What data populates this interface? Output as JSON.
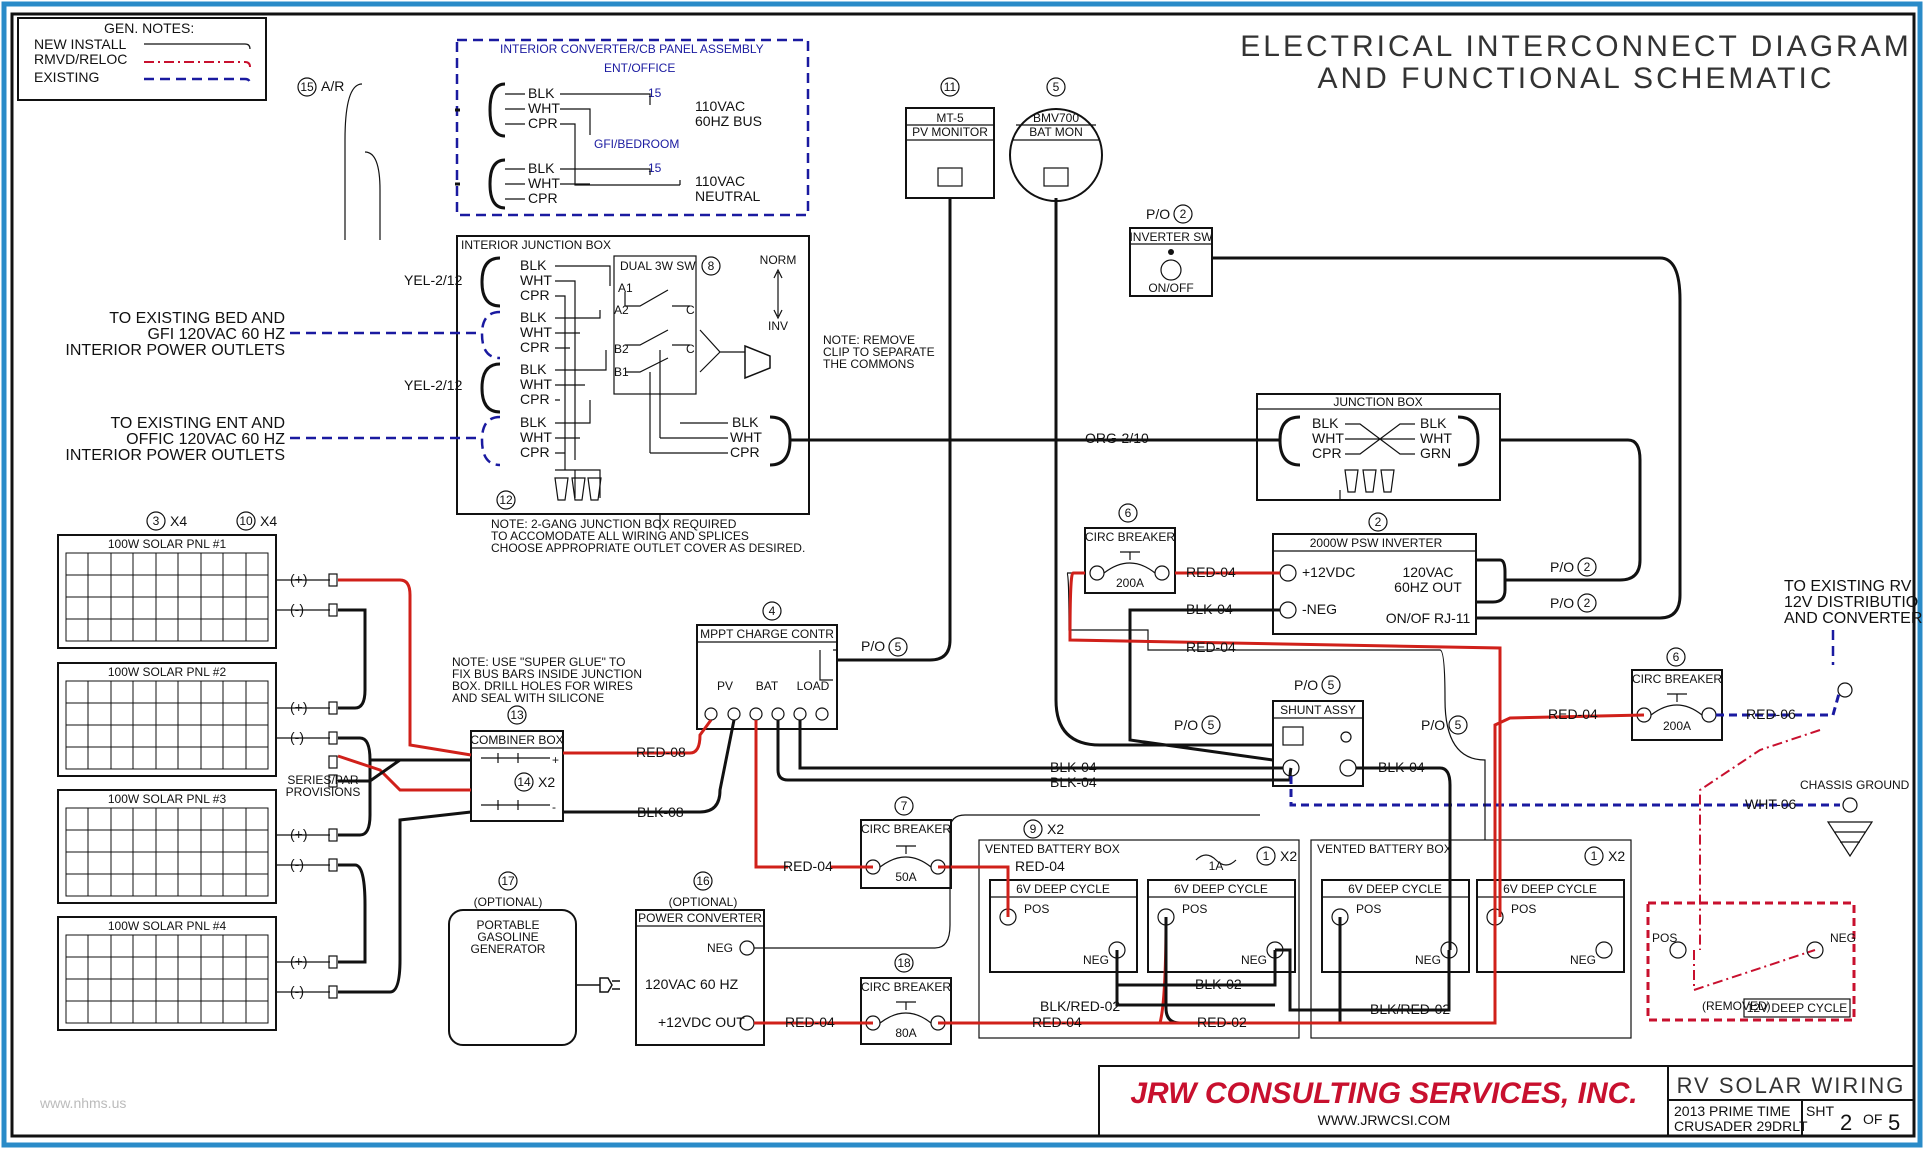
{
  "title": {
    "line1": "ELECTRICAL INTERCONNECT DIAGRAM",
    "line2": "AND FUNCTIONAL SCHEMATIC"
  },
  "notes": {
    "header": "GEN. NOTES:",
    "items": [
      "NEW INSTALL",
      "RMVD/RELOC",
      "EXISTING"
    ]
  },
  "watermark": "www.nhms.us",
  "title_block": {
    "company": "JRW CONSULTING SERVICES, INC.",
    "website": "WWW.JRWCSI.COM",
    "drawing_title": "RV SOLAR WIRING",
    "model_line1": "2013 PRIME TIME",
    "model_line2": "CRUSADER 29DRLT",
    "sheet_label": "SHT",
    "sheet_no": "2",
    "sheet_of": "OF",
    "sheet_total": "5"
  },
  "converter_panel": {
    "title": "INTERIOR CONVERTER/CB PANEL ASSEMBLY",
    "callout": "15",
    "callout_suffix": "A/R",
    "ent_office": "ENT/OFFICE",
    "gfi_bedroom": "GFI/BEDROOM",
    "breaker_rating": "15",
    "bus1": [
      "110VAC",
      "60HZ BUS"
    ],
    "bus2": [
      "110VAC",
      "NEUTRAL"
    ],
    "wires": [
      "BLK",
      "WHT",
      "CPR"
    ]
  },
  "junction_box": {
    "title": "INTERIOR JUNCTION BOX",
    "callout": "12",
    "switch_title": "DUAL 3W SW",
    "switch_callout": "8",
    "norm": "NORM",
    "inv": "INV",
    "terminals": [
      "A1",
      "A2",
      "B2",
      "B1",
      "C",
      "C"
    ],
    "yel_label": "YEL-2/12",
    "note_remove": [
      "NOTE: REMOVE",
      "CLIP TO SEPARATE",
      "THE COMMONS"
    ],
    "note_bottom": [
      "NOTE: 2-GANG JUNCTION BOX REQUIRED",
      "TO ACCOMODATE ALL WIRING AND SPLICES",
      "CHOOSE APPROPRIATE OUTLET COVER AS DESIRED."
    ]
  },
  "outlets": {
    "bed": [
      "TO EXISTING BED AND",
      "GFI 120VAC 60 HZ",
      "INTERIOR POWER OUTLETS"
    ],
    "ent": [
      "TO EXISTING ENT AND",
      "OFFIC 120VAC 60 HZ",
      "INTERIOR POWER OUTLETS"
    ]
  },
  "monitors": {
    "pv": {
      "callout": "11",
      "model": "MT-5",
      "name": "PV MONITOR"
    },
    "bat": {
      "callout": "5",
      "model": "BMV700",
      "name": "BAT MON"
    }
  },
  "inverter_sw": {
    "callout": "2",
    "prefix": "P/O",
    "title": "INVERTER SW",
    "label": "ON/OFF"
  },
  "junction_box2": {
    "title": "JUNCTION BOX",
    "left": [
      "BLK",
      "WHT",
      "CPR"
    ],
    "right": [
      "BLK",
      "WHT",
      "GRN"
    ],
    "org": "ORG-2/10"
  },
  "inverter": {
    "callout": "2",
    "title": "2000W PSW INVERTER",
    "pos": "+12VDC",
    "neg": "-NEG",
    "out": [
      "120VAC",
      "60HZ OUT"
    ],
    "rj": "ON/OF RJ-11",
    "po": "P/O"
  },
  "circ_breaker_200_a": {
    "callout": "6",
    "title": "CIRC BREAKER",
    "rating": "200A"
  },
  "circ_breaker_200_b": {
    "callout": "6",
    "title": "CIRC BREAKER",
    "rating": "200A"
  },
  "circ_breaker_50": {
    "callout": "7",
    "title": "CIRC BREAKER",
    "rating": "50A"
  },
  "circ_breaker_80": {
    "callout": "18",
    "title": "CIRC BREAKER",
    "rating": "80A"
  },
  "mppt": {
    "callout": "4",
    "title": "MPPT CHARGE CONTR",
    "groups": [
      "PV",
      "BAT",
      "LOAD"
    ],
    "po": "P/O",
    "po_callout": "5"
  },
  "shunt": {
    "callout": "5",
    "prefix": "P/O",
    "title": "SHUNT ASSY"
  },
  "solar": {
    "callout1": "3",
    "qty1": "X4",
    "callout2": "10",
    "qty2": "X4",
    "panels": [
      "100W SOLAR PNL #1",
      "100W SOLAR PNL #2",
      "100W SOLAR PNL #3",
      "100W SOLAR PNL #4"
    ],
    "plus": "(+)",
    "minus": "(-)"
  },
  "combiner": {
    "callout": "13",
    "title": "COMBINER BOX",
    "fuse_callout": "14",
    "fuse_qty": "X2",
    "series_par": [
      "SERIES/PAR",
      "PROVISIONS"
    ],
    "note": [
      "NOTE: USE \"SUPER GLUE\" TO",
      "FIX BUS BARS INSIDE JUNCTION",
      "BOX. DRILL HOLES FOR WIRES",
      "AND SEAL WITH SILICONE"
    ]
  },
  "generator": {
    "callout": "17",
    "optional": "(OPTIONAL)",
    "lines": [
      "PORTABLE",
      "GASOLINE",
      "GENERATOR"
    ]
  },
  "power_converter": {
    "callout": "16",
    "optional": "(OPTIONAL)",
    "title": "POWER CONVERTER",
    "neg": "NEG",
    "ac": "120VAC 60 HZ",
    "dc": "+12VDC OUT"
  },
  "batteries": {
    "box_left": {
      "callout": "9",
      "qty": "X2",
      "title": "VENTED BATTERY BOX"
    },
    "box_right": {
      "title": "VENTED BATTERY BOX"
    },
    "bat_callout": "1",
    "bat_qty": "X2",
    "battery_label": "6V DEEP CYCLE",
    "pos": "POS",
    "neg": "NEG",
    "fuse": "1A",
    "removed": {
      "pos": "POS",
      "neg": "NEG",
      "status": "(REMOVED)",
      "label": "12V DEEP CYCLE"
    }
  },
  "existing_rv": [
    "TO EXISTING RV",
    "12V DISTRIBUTIO",
    "AND CONVERTER"
  ],
  "chassis_ground": "CHASSIS GROUND",
  "wire_labels": {
    "red08": "RED-08",
    "blk08": "BLK-08",
    "red04": "RED-04",
    "blk04": "BLK-04",
    "red06": "RED-06",
    "wht06": "WHT-06",
    "blk02": "BLK-02",
    "blkred02": "BLK/RED-02",
    "red02": "RED-02",
    "po5": "P/O",
    "po5_callout": "5"
  }
}
